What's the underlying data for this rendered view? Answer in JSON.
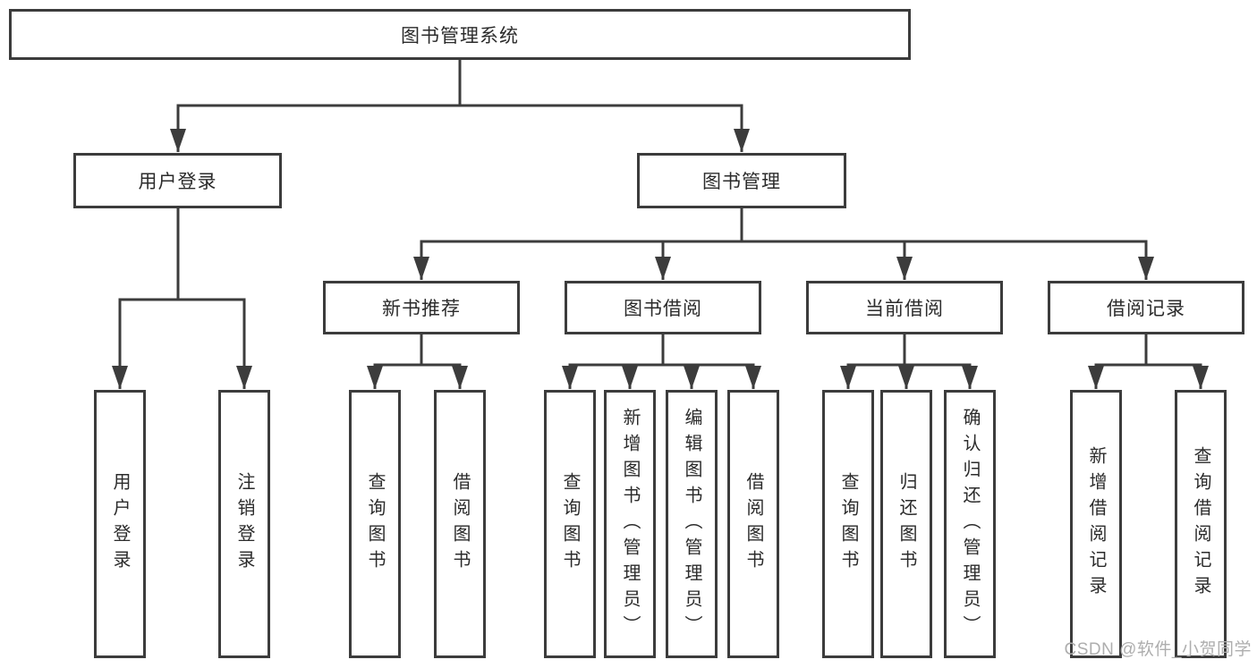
{
  "diagram": {
    "type": "tree-structure-diagram",
    "colors": {
      "line": "#3c3c3c",
      "box_border": "#3c3c3c",
      "text": "#2b2b2b",
      "background": "#ffffff",
      "watermark": "#aeaeae"
    },
    "root": {
      "label": "图书管理系统"
    },
    "level2": [
      {
        "label": "用户登录"
      },
      {
        "label": "图书管理"
      }
    ],
    "level3": [
      {
        "label": "新书推荐",
        "parent": "图书管理"
      },
      {
        "label": "图书借阅",
        "parent": "图书管理"
      },
      {
        "label": "当前借阅",
        "parent": "图书管理"
      },
      {
        "label": "借阅记录",
        "parent": "图书管理"
      }
    ],
    "leaves": [
      {
        "label": "用户登录",
        "parent": "用户登录"
      },
      {
        "label": "注销登录",
        "parent": "用户登录"
      },
      {
        "label": "查询图书",
        "parent": "新书推荐"
      },
      {
        "label": "借阅图书",
        "parent": "新书推荐"
      },
      {
        "label": "查询图书",
        "parent": "图书借阅"
      },
      {
        "label": "新增图书（管理员）",
        "parent": "图书借阅"
      },
      {
        "label": "编辑图书（管理员）",
        "parent": "图书借阅"
      },
      {
        "label": "借阅图书",
        "parent": "图书借阅"
      },
      {
        "label": "查询图书",
        "parent": "当前借阅"
      },
      {
        "label": "归还图书",
        "parent": "当前借阅"
      },
      {
        "label": "确认归还（管理员）",
        "parent": "当前借阅"
      },
      {
        "label": "新增借阅记录",
        "parent": "借阅记录"
      },
      {
        "label": "查询借阅记录",
        "parent": "借阅记录"
      }
    ],
    "watermark": "CSDN @软件_小贺同学"
  }
}
